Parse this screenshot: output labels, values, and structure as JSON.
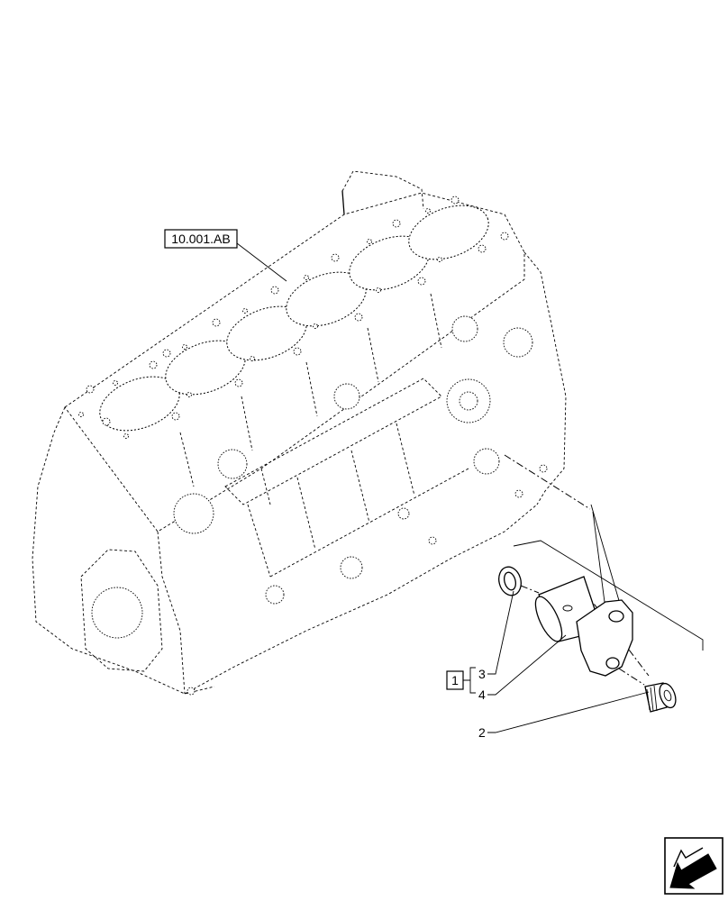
{
  "diagram": {
    "reference_label": "10.001.AB",
    "group_label": "1",
    "callouts": [
      {
        "id": "callout-3",
        "number": "3"
      },
      {
        "id": "callout-4",
        "number": "4"
      },
      {
        "id": "callout-2",
        "number": "2"
      }
    ],
    "nav_icon": "arrow-next-page-icon"
  }
}
